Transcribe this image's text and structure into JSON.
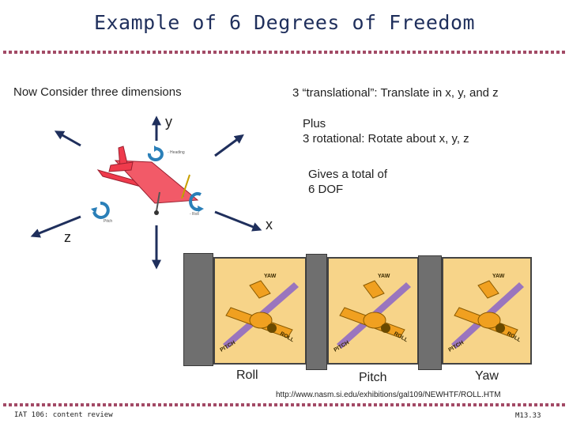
{
  "slide": {
    "title": "Example of 6 Degrees of Freedom",
    "intro": "Now Consider three dimensions",
    "translational": "3 “translational”: Translate in x, y, and z",
    "rotational_line1": "Plus",
    "rotational_line2": "3 rotational: Rotate about x, y, z",
    "total_line1": "Gives a total of",
    "total_line2": "6 DOF"
  },
  "axes": {
    "y": "y",
    "x": "x",
    "z": "z"
  },
  "airplane_labels": {
    "heading": "- Heading",
    "roll": "- Roll",
    "pitch": "Pitch"
  },
  "panels": {
    "captions": [
      "Roll",
      "Pitch",
      "Yaw"
    ],
    "yaw_label": "YAW",
    "roll_label": "ROLL",
    "pitch_label": "PITCH"
  },
  "source_url": "http://www.nasm.si.edu/exhibitions/gal109/NEWHTF/ROLL.HTM",
  "footer": {
    "left": "IAT 106: content review",
    "right": "M13.33"
  },
  "colors": {
    "title": "#1f2f5c",
    "dots": "#a24a66",
    "panel_bg": "#f7d489",
    "plane": "#ef3b4c",
    "rotation_arrow": "#2a7fb8"
  }
}
